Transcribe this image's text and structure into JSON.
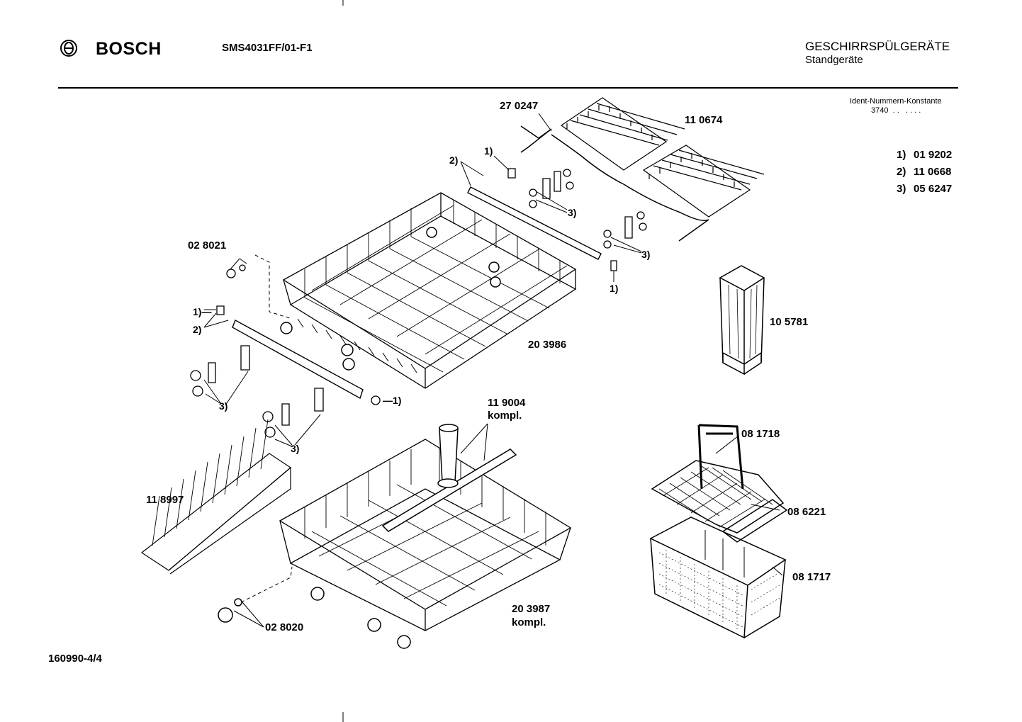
{
  "header": {
    "brand": "BOSCH",
    "model": "SMS4031FF/01-F1",
    "category": "GESCHIRRSPÜLGERÄTE",
    "subcategory": "Standgeräte"
  },
  "ident": {
    "label": "Ident-Nummern-Konstante",
    "value": "3740  . .   . . . ."
  },
  "legend": [
    {
      "key": "1)",
      "part": "01 9202"
    },
    {
      "key": "2)",
      "part": "11 0668"
    },
    {
      "key": "3)",
      "part": "05 6247"
    }
  ],
  "parts": {
    "p270247": "27 0247",
    "p110674": "11 0674",
    "p028021": "02 8021",
    "p203986": "20 3986",
    "p105781": "10 5781",
    "p119004": "11 9004",
    "kompl": "kompl.",
    "p081718": "08 1718",
    "p118997": "11 8997",
    "p086221": "08 6221",
    "p081717": "08 1717",
    "p203987": "20 3987",
    "p028020": "02 8020"
  },
  "callouts": {
    "one": "1)",
    "two": "2)",
    "three": "3)",
    "one_dash": "1)—",
    "dash_one": "—1)"
  },
  "footer": {
    "drawing_no": "160990-4/4"
  }
}
